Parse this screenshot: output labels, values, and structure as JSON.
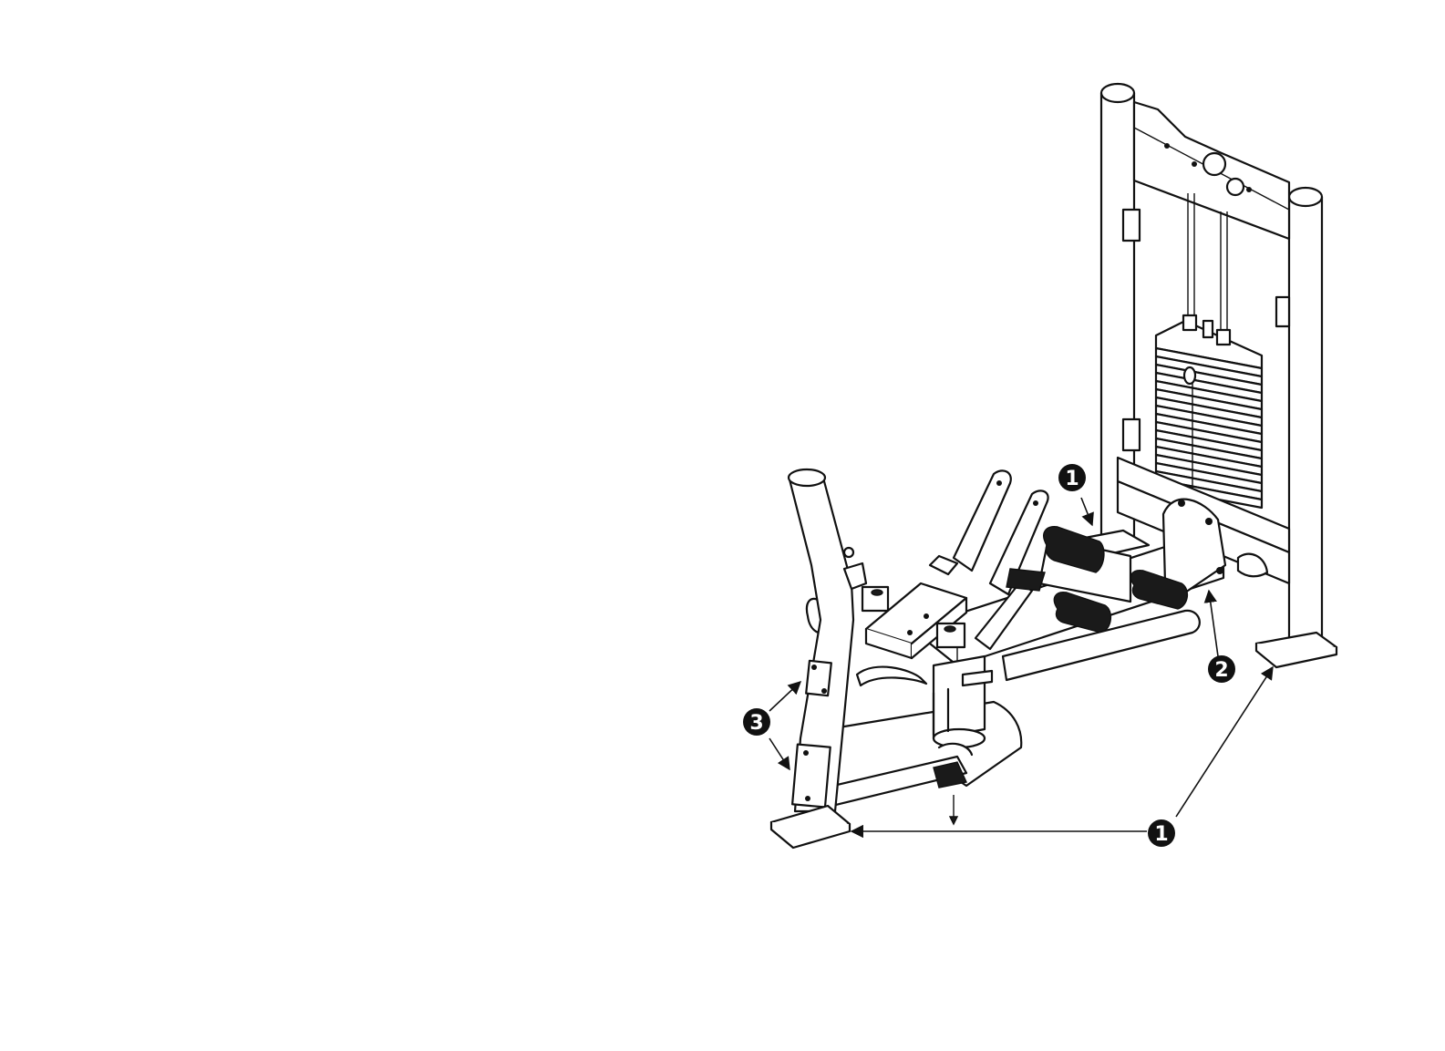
{
  "callouts": [
    {
      "id": "c1a",
      "label": "1"
    },
    {
      "id": "c1b",
      "label": "1"
    },
    {
      "id": "c2",
      "label": "2"
    },
    {
      "id": "c3",
      "label": "3"
    }
  ],
  "colors": {
    "line": "#111111",
    "fill": "#ffffff",
    "callout_bg": "#111111",
    "callout_text": "#ffffff"
  }
}
